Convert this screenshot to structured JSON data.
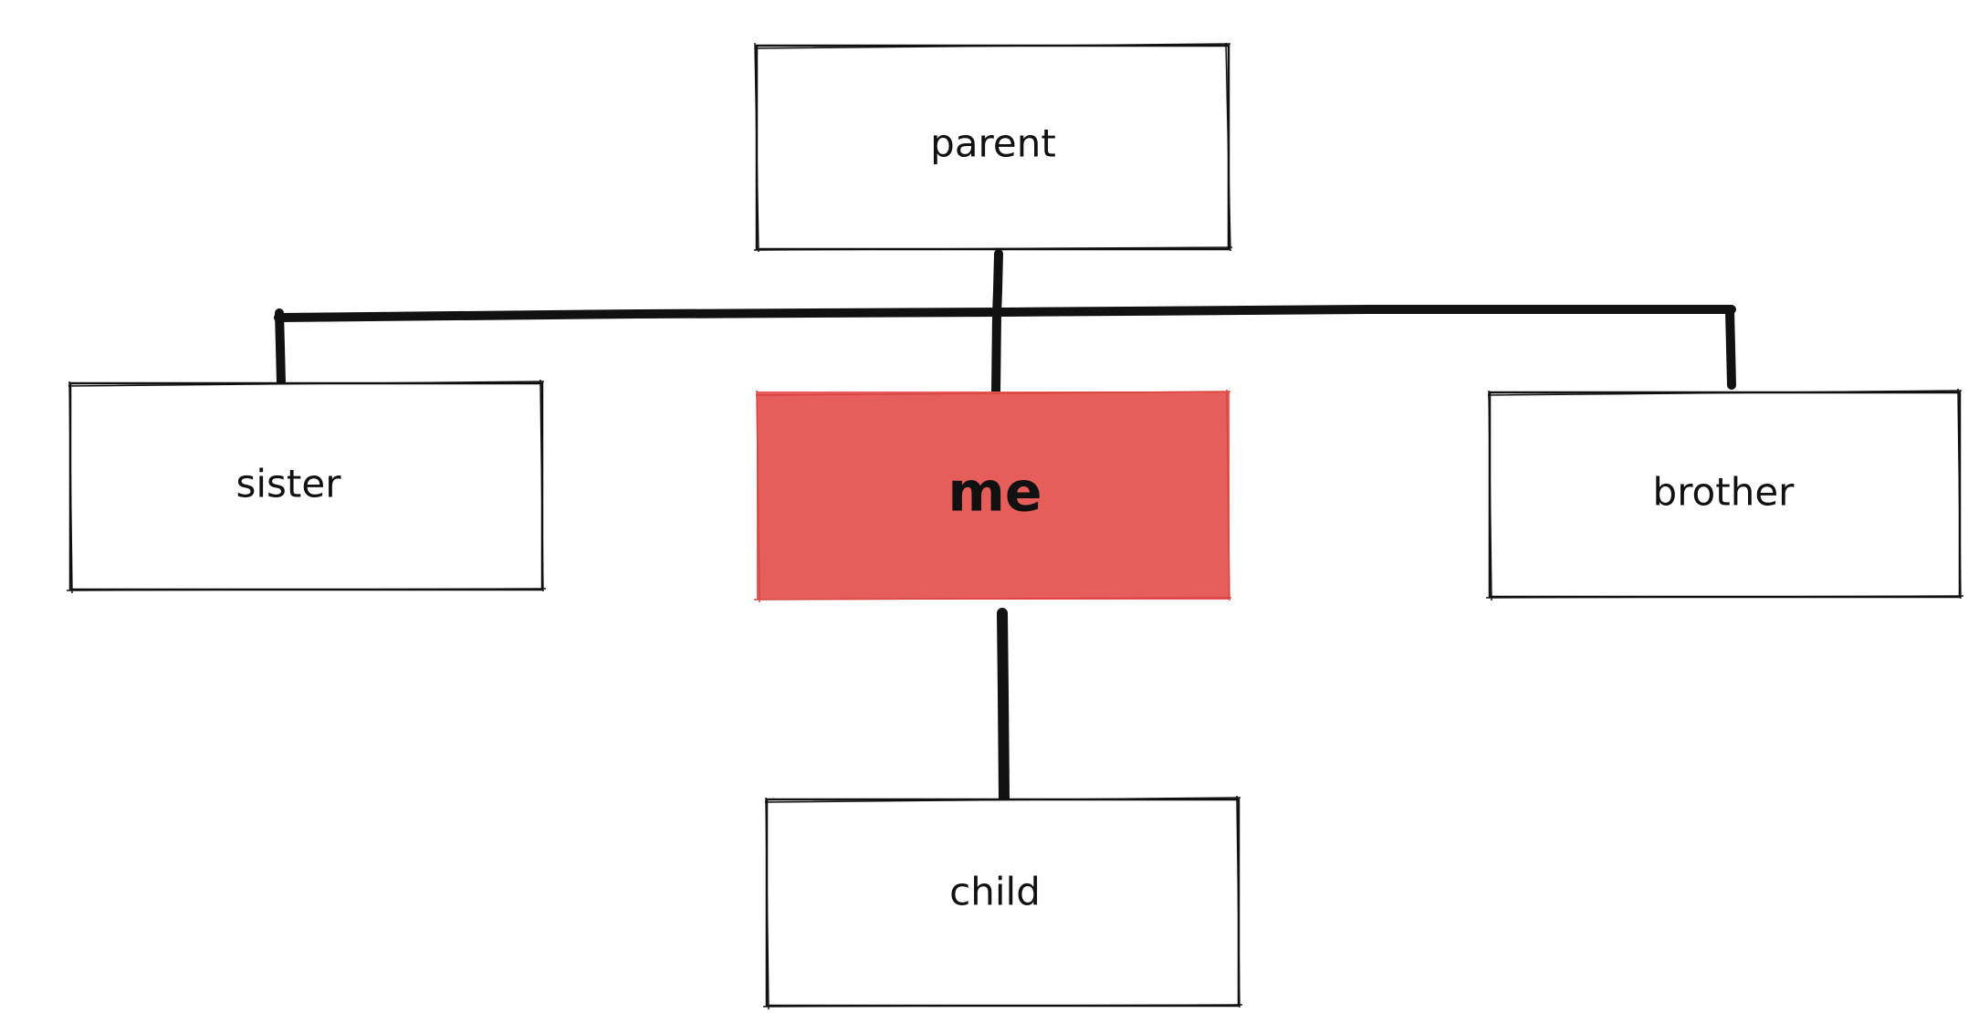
{
  "diagram": {
    "nodes": {
      "parent": {
        "label": "parent"
      },
      "sister": {
        "label": "sister"
      },
      "me": {
        "label": "me",
        "highlight_color": "#e65e5a"
      },
      "brother": {
        "label": "brother"
      },
      "child": {
        "label": "child"
      }
    },
    "edges": [
      {
        "from": "parent",
        "to": "sister"
      },
      {
        "from": "parent",
        "to": "me"
      },
      {
        "from": "parent",
        "to": "brother"
      },
      {
        "from": "me",
        "to": "child"
      }
    ],
    "colors": {
      "stroke": "#111111",
      "node_fill": "#ffffff",
      "background": "#ffffff"
    }
  }
}
